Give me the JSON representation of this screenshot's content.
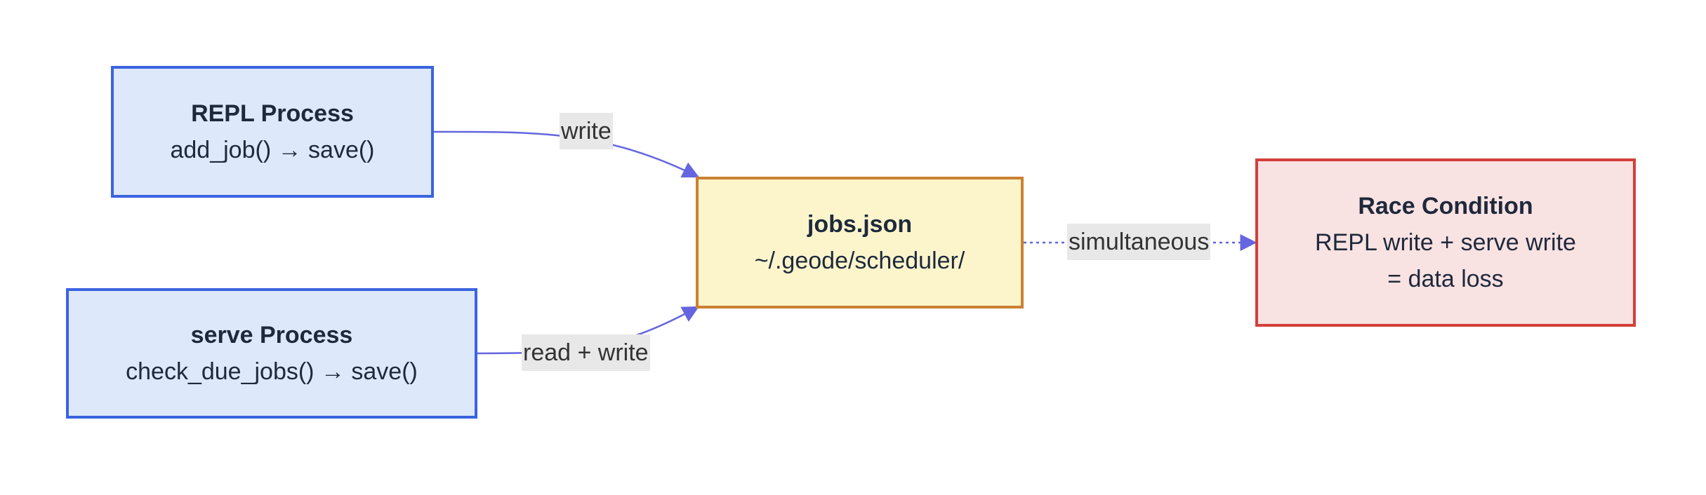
{
  "colors": {
    "process_fill": "#dde8fa",
    "process_border": "#3b63e0",
    "file_fill": "#fcf5cc",
    "file_border": "#cc8131",
    "race_fill": "#f9e2e2",
    "race_border": "#d33f3a",
    "edge": "#6565e0",
    "edge_label_bg": "#e8e8e8"
  },
  "nodes": {
    "repl": {
      "title": "REPL Process",
      "line1": "add_job() → save()"
    },
    "serve": {
      "title": "serve Process",
      "line1": "check_due_jobs() → save()"
    },
    "jobs": {
      "title": "jobs.json",
      "line1": "~/.geode/scheduler/"
    },
    "race": {
      "title": "Race Condition",
      "line1": "REPL write + serve write",
      "line2": "= data loss"
    }
  },
  "edges": {
    "repl_to_jobs": {
      "label": "write",
      "style": "solid"
    },
    "serve_to_jobs": {
      "label": "read + write",
      "style": "solid"
    },
    "jobs_to_race": {
      "label": "simultaneous",
      "style": "dotted"
    }
  }
}
